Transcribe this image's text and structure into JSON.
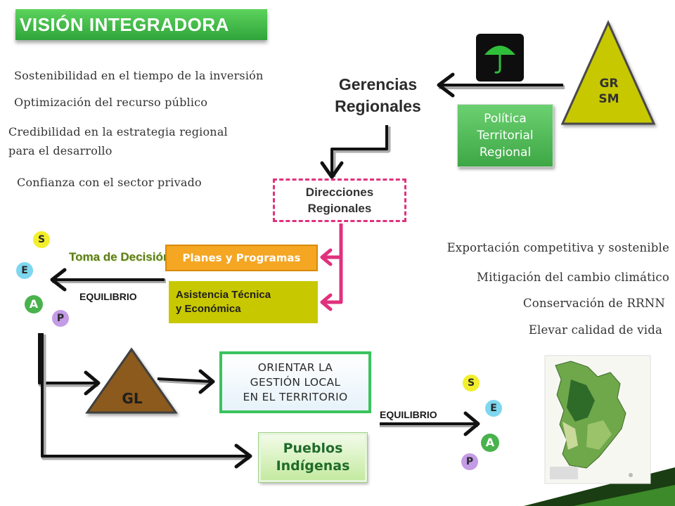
{
  "title": "VISIÓN  INTEGRADORA",
  "benefits": [
    "Sostenibilidad en el tiempo de la inversión",
    "Optimización del recurso público",
    "Credibilidad en la estrategia regional",
    "para el desarrollo",
    "Confianza con el sector privado"
  ],
  "gr_triangle": {
    "line1": "GR",
    "line2": "SM"
  },
  "gerencias": {
    "line1": "Gerencias",
    "line2": "Regionales"
  },
  "politica": {
    "line1": "Política",
    "line2": "Territorial",
    "line3": "Regional"
  },
  "direcciones": {
    "line1": "Direcciones",
    "line2": "Regionales"
  },
  "toma_decision": "Toma de Decisión",
  "planes": "Planes y Programas",
  "asistencia": {
    "line1": "Asistencia Técnica",
    "line2": "y Económica"
  },
  "equilibrio": "EQUILIBRIO",
  "seap": {
    "s": "S",
    "e": "E",
    "a": "A",
    "p": "P"
  },
  "outcomes": [
    "Exportación competitiva y sostenible",
    "Mitigación del cambio climático",
    "Conservación de RRNN",
    "Elevar calidad de vida"
  ],
  "gl_triangle": "GL",
  "orientar": {
    "line1": "ORIENTAR LA",
    "line2": "GESTIÓN LOCAL",
    "line3": "EN EL TERRITORIO"
  },
  "pueblos": {
    "line1": "Pueblos",
    "line2": "Indígenas"
  },
  "colors": {
    "title_green": "#3cb043",
    "triangle_yellow": "#c8c800",
    "triangle_brown": "#8b5a1e",
    "dashed_pink": "#e0317d",
    "planes_orange": "#f5a623",
    "orientar_border": "#3ac35c"
  },
  "icons": [
    "umbrella-icon",
    "map-image"
  ]
}
